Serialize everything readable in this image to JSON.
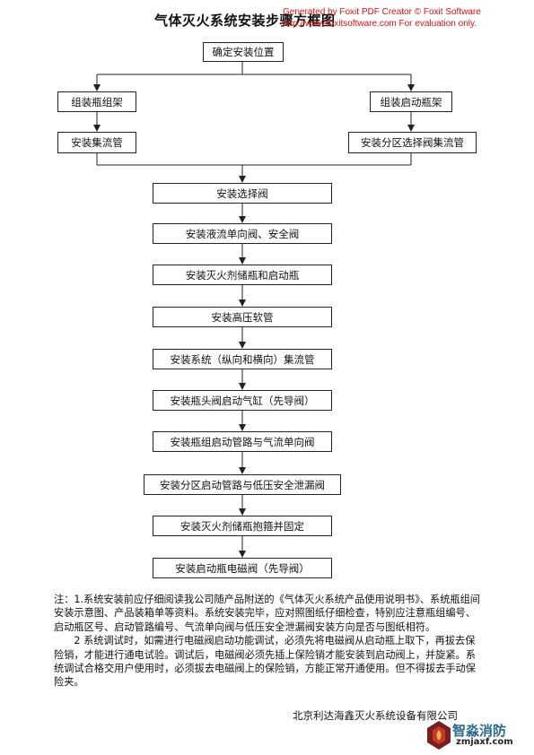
{
  "title": "气体灭火系统安装步骤方框图",
  "watermark": {
    "line1": "Generated by Foxit PDF Creator © Foxit Software",
    "line2": "http://www.foxitsoftware.com   For evaluation only.",
    "overlay": "步骤方框图"
  },
  "flow": {
    "start": "确定安装位置",
    "left": [
      "组装瓶组架",
      "安装集流管"
    ],
    "right": [
      "组装启动瓶架",
      "安装分区选择阀集流管"
    ],
    "steps": [
      "安装选择阀",
      "安装液流单向阀、安全阀",
      "安装灭火剂储瓶和启动瓶",
      "安装高压软管",
      "安装系统（纵向和横向）集流管",
      "安装瓶头阀启动气缸（先导阀）",
      "安装瓶组启动管路与气流单向阀",
      "安装分区启动管路与低压安全泄漏阀",
      "安装灭火剂储瓶抱箍并固定",
      "安装启动瓶电磁阀（先导阀）"
    ]
  },
  "notes": {
    "note1": "注：1.系统安装前应仔细阅读我公司随产品附送的《气体灭火系统产品使用说明书》、系统瓶组间安装示意图、产品装箱单等资料。系统安装完毕，应对照图纸仔细检查，特别应注意瓶组编号、启动瓶区号、启动管路编号、气流单向阀与低压安全泄漏阀安装方向是否与图纸相符。",
    "note2": "2 系统调试时，如需进行电磁阀启动功能调试，必须先将电磁阀从启动瓶上取下，再拔去保险销，才能进行通电试验。调试后，电磁阀必须先插上保险销才能安装到启动阀上，并旋紧。系统调试合格交用户使用时，必须拔去电磁阀上的保险销，方能正常开通使用。但不得拔去手动保险夹。"
  },
  "company": "北京利达海鑫灭火系统设备有限公司",
  "logo": {
    "name": "智淼消防",
    "url": "zmjaxf.com"
  }
}
